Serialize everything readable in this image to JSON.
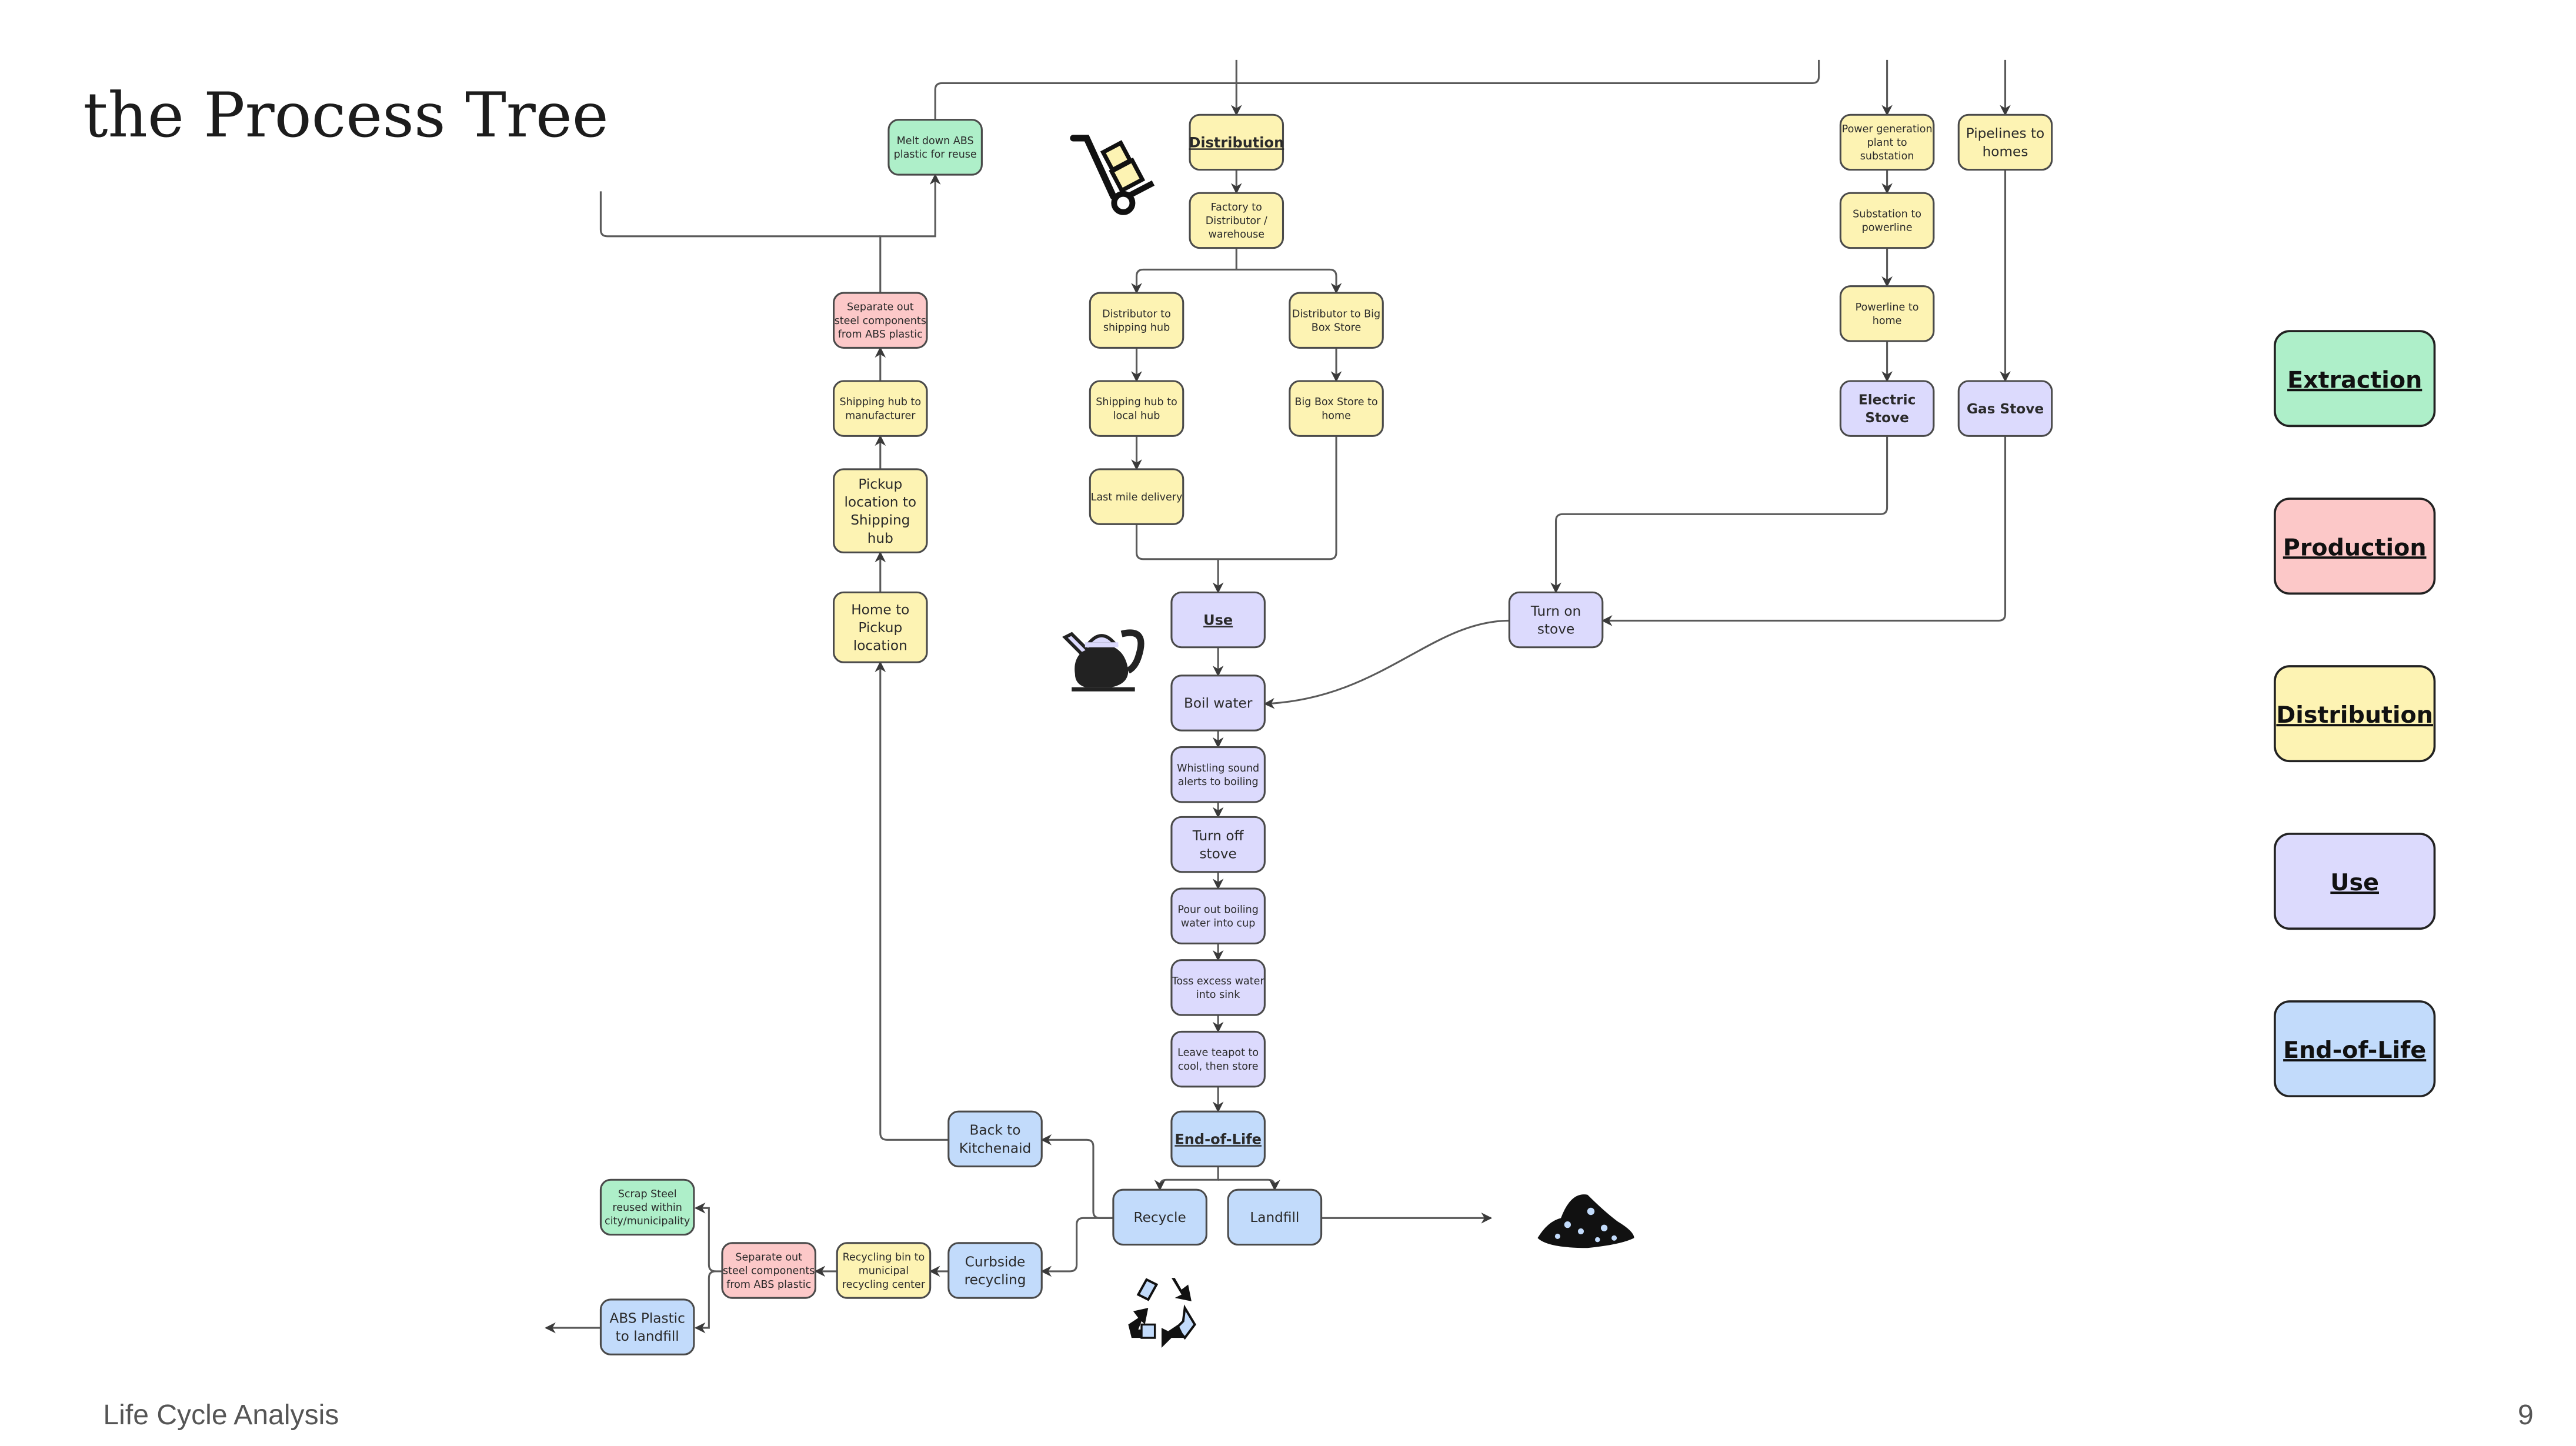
{
  "slide": {
    "title": "the Process Tree",
    "footer_left": "Life Cycle Analysis",
    "page_number": "9"
  },
  "colors": {
    "extraction": "#aeefc9",
    "production": "#fcc8c8",
    "distribution": "#fdf3b3",
    "use": "#dcdafd",
    "end_of_life": "#c2dbfb",
    "edge": "#5a5a5a"
  },
  "legend": [
    {
      "id": "extraction",
      "label": "Extraction"
    },
    {
      "id": "production",
      "label": "Production"
    },
    {
      "id": "distribution",
      "label": "Distribution"
    },
    {
      "id": "use",
      "label": "Use"
    },
    {
      "id": "end_of_life",
      "label": "End-of-Life"
    }
  ],
  "nodes": {
    "melt_abs": {
      "phase": "extraction",
      "lines": [
        "Melt down ABS",
        "plastic for reuse"
      ]
    },
    "separate_top": {
      "phase": "production",
      "lines": [
        "Separate out",
        "steel components",
        "from ABS plastic"
      ]
    },
    "ship_to_mfr": {
      "phase": "distribution",
      "lines": [
        "Shipping hub to",
        "manufacturer"
      ]
    },
    "pickup_to_hub": {
      "phase": "distribution",
      "lines": [
        "Pickup",
        "location to",
        "Shipping",
        "hub"
      ]
    },
    "home_to_pickup": {
      "phase": "distribution",
      "lines": [
        "Home to",
        "Pickup",
        "location"
      ]
    },
    "distribution": {
      "phase": "distribution",
      "lines": [
        "Distribution"
      ],
      "heading": true
    },
    "factory_to_dist": {
      "phase": "distribution",
      "lines": [
        "Factory to",
        "Distributor /",
        "warehouse"
      ]
    },
    "dist_to_ship": {
      "phase": "distribution",
      "lines": [
        "Distributor to",
        "shipping hub"
      ]
    },
    "dist_to_bigbox": {
      "phase": "distribution",
      "lines": [
        "Distributor to Big",
        "Box Store"
      ]
    },
    "ship_to_local": {
      "phase": "distribution",
      "lines": [
        "Shipping hub to",
        "local hub"
      ]
    },
    "bigbox_to_home": {
      "phase": "distribution",
      "lines": [
        "Big Box Store to",
        "home"
      ]
    },
    "last_mile": {
      "phase": "distribution",
      "lines": [
        "Last mile delivery"
      ]
    },
    "power_plant": {
      "phase": "distribution",
      "lines": [
        "Power generation",
        "plant to",
        "substation"
      ]
    },
    "substation": {
      "phase": "distribution",
      "lines": [
        "Substation to",
        "powerline"
      ]
    },
    "powerline": {
      "phase": "distribution",
      "lines": [
        "Powerline to",
        "home"
      ]
    },
    "pipelines": {
      "phase": "distribution",
      "lines": [
        "Pipelines to",
        "homes"
      ]
    },
    "electric_stove": {
      "phase": "use",
      "lines": [
        "Electric",
        "Stove"
      ],
      "bold": true
    },
    "gas_stove": {
      "phase": "use",
      "lines": [
        "Gas Stove"
      ],
      "bold": true
    },
    "use": {
      "phase": "use",
      "lines": [
        "Use"
      ],
      "heading": true
    },
    "turn_on": {
      "phase": "use",
      "lines": [
        "Turn on",
        "stove"
      ]
    },
    "boil": {
      "phase": "use",
      "lines": [
        "Boil water"
      ]
    },
    "whistle": {
      "phase": "use",
      "lines": [
        "Whistling sound",
        "alerts to boiling"
      ]
    },
    "turn_off": {
      "phase": "use",
      "lines": [
        "Turn off",
        "stove"
      ]
    },
    "pour": {
      "phase": "use",
      "lines": [
        "Pour out boiling",
        "water into cup"
      ]
    },
    "toss": {
      "phase": "use",
      "lines": [
        "Toss excess water",
        "into sink"
      ]
    },
    "leave": {
      "phase": "use",
      "lines": [
        "Leave teapot to",
        "cool, then store"
      ]
    },
    "eol": {
      "phase": "end_of_life",
      "lines": [
        "End-of-Life"
      ],
      "heading": true
    },
    "recycle": {
      "phase": "end_of_life",
      "lines": [
        "Recycle"
      ]
    },
    "landfill": {
      "phase": "end_of_life",
      "lines": [
        "Landfill"
      ]
    },
    "back_kitchenaid": {
      "phase": "end_of_life",
      "lines": [
        "Back to",
        "Kitchenaid"
      ]
    },
    "curbside": {
      "phase": "end_of_life",
      "lines": [
        "Curbside",
        "recycling"
      ]
    },
    "bin_to_center": {
      "phase": "distribution",
      "lines": [
        "Recycling bin to",
        "municipal",
        "recycling center"
      ]
    },
    "separate_bottom": {
      "phase": "production",
      "lines": [
        "Separate out",
        "steel components",
        "from ABS plastic"
      ]
    },
    "scrap_steel": {
      "phase": "extraction",
      "lines": [
        "Scrap Steel",
        "reused within",
        "city/municipality"
      ]
    },
    "abs_landfill": {
      "phase": "end_of_life",
      "lines": [
        "ABS Plastic",
        "to landfill"
      ]
    }
  },
  "icons": [
    "hand-truck-icon",
    "teapot-icon",
    "recycle-icon",
    "landfill-pile-icon"
  ]
}
